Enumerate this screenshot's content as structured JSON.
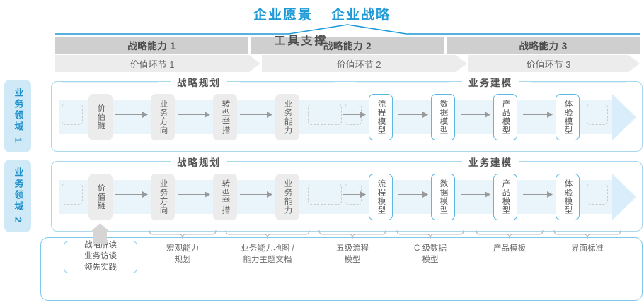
{
  "title": {
    "vision": "企业愿景",
    "strategy": "企业战略"
  },
  "capabilities": [
    {
      "label": "战略能力 1"
    },
    {
      "label": "战略能力 2"
    },
    {
      "label": "战略能力 3"
    }
  ],
  "value_links": [
    {
      "label": "价值环节 1"
    },
    {
      "label": "价值环节 2"
    },
    {
      "label": "价值环节 3"
    }
  ],
  "domains": [
    {
      "label": "业务领域 1"
    },
    {
      "label": "业务领域 2"
    }
  ],
  "sections": {
    "planning": "战略规划",
    "modeling": "业务建模"
  },
  "nodes": {
    "planning": [
      {
        "label": "价值链"
      },
      {
        "label": "业务方向"
      },
      {
        "label": "转型举措"
      },
      {
        "label": "业务能力"
      }
    ],
    "modeling": [
      {
        "label": "流程模型"
      },
      {
        "label": "数据模型"
      },
      {
        "label": "产品模型"
      },
      {
        "label": "体验模型"
      }
    ]
  },
  "tools": {
    "support_label": "工具支撑",
    "strategy_box": "战略解读\n业务访谈\n领先实践",
    "items": [
      {
        "label": "宏观能力\n规划"
      },
      {
        "label": "业务能力地图 /\n能力主题文档"
      },
      {
        "label": "五级流程\n模型"
      },
      {
        "label": "C 级数据\n模型"
      },
      {
        "label": "产品模板"
      },
      {
        "label": "界面标准"
      }
    ]
  },
  "colors": {
    "accent": "#1e9ad6",
    "panel_border": "#a9d8ee",
    "band": "#e9f5fb",
    "gray_bar": "#cfcfcf",
    "light_bar": "#ececec",
    "node_gray": "#ececec",
    "node_blue_border": "#5bb8e2",
    "domain_tab": "#cfe9f7"
  }
}
